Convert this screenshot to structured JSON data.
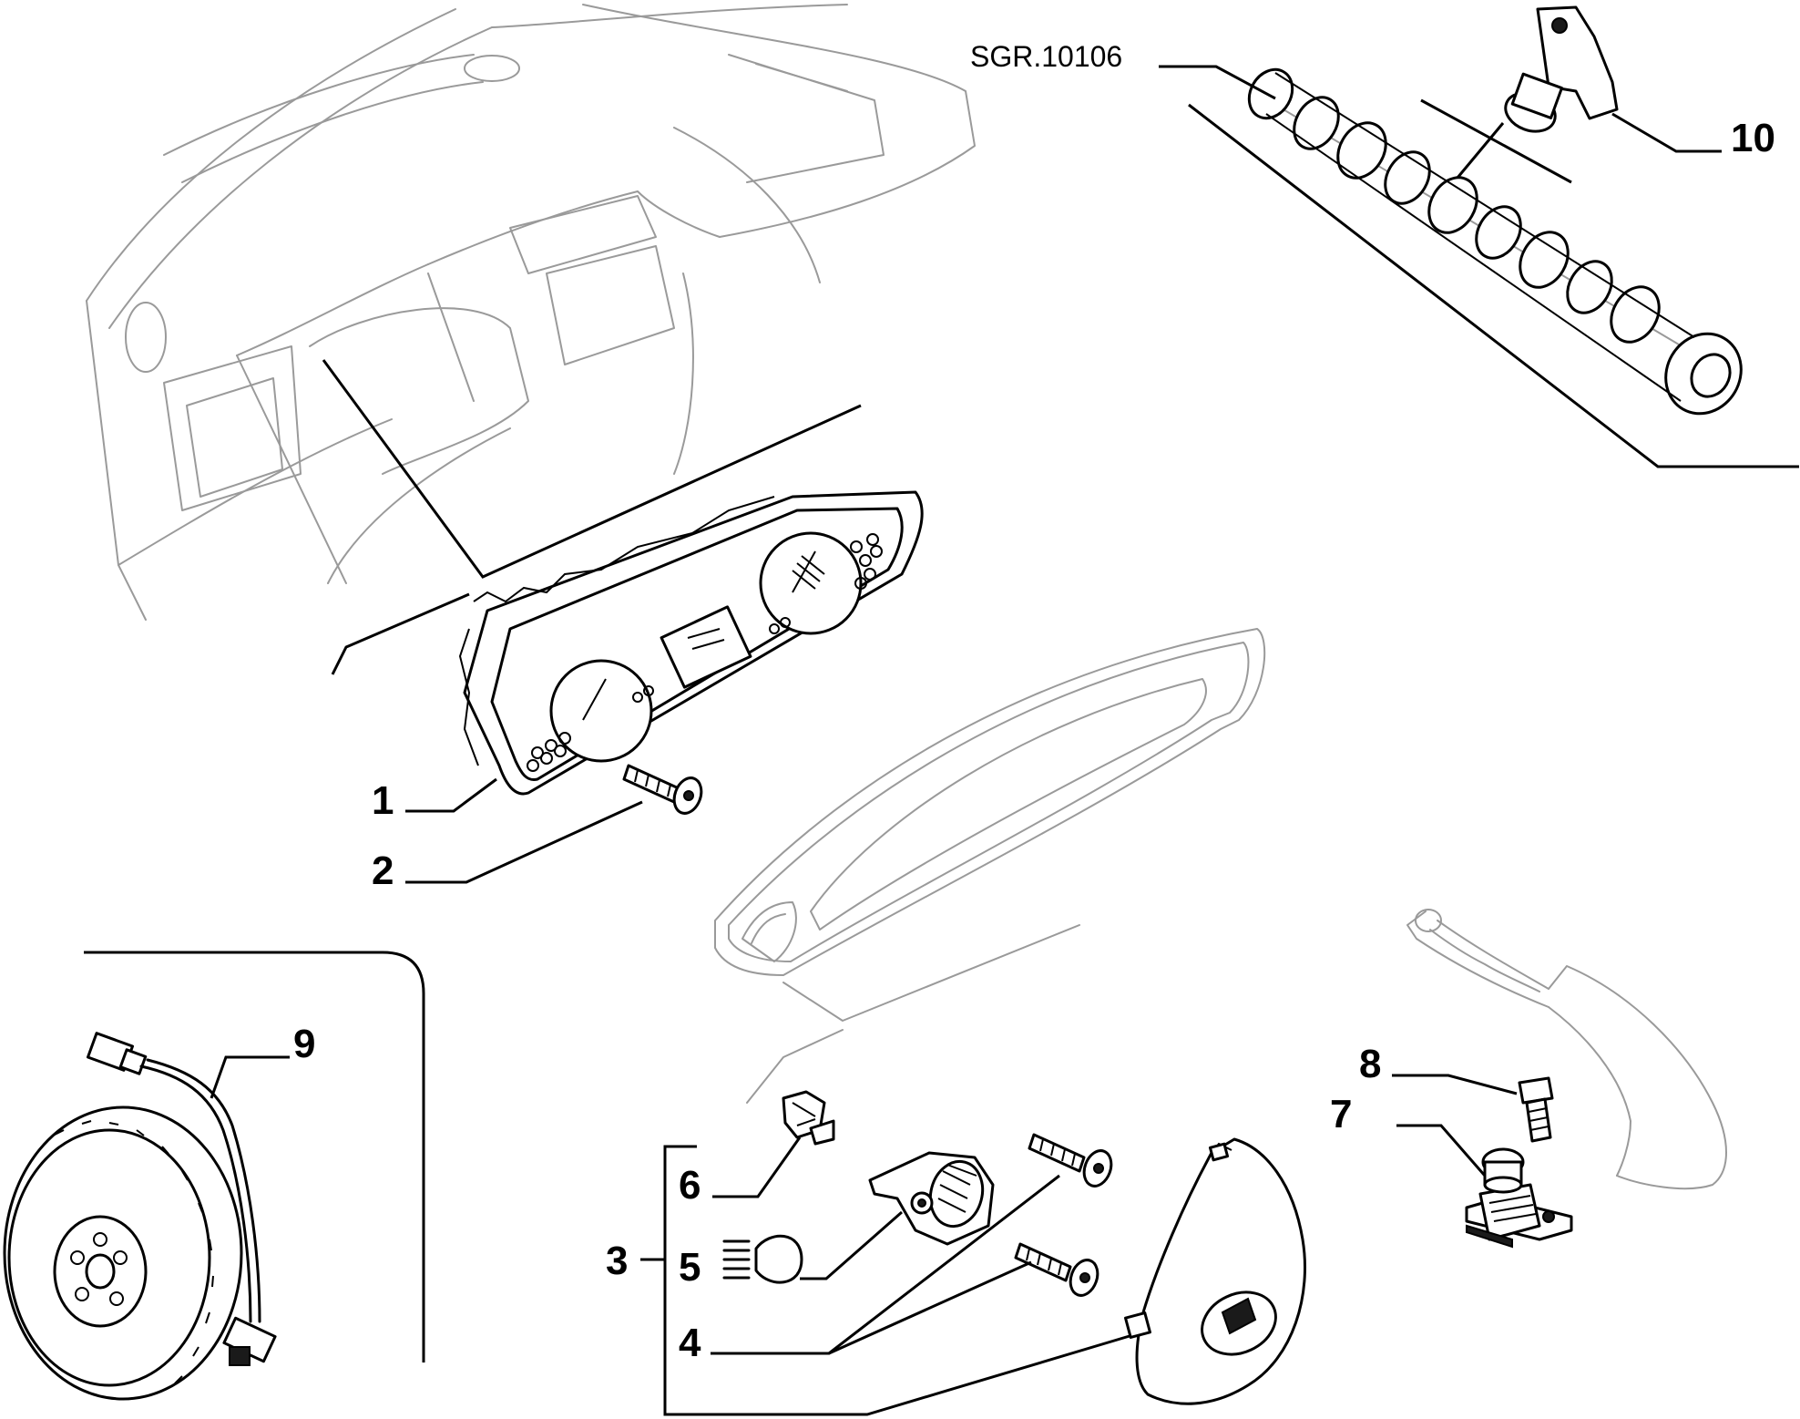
{
  "reference_code": "SGR.10106",
  "callouts": {
    "c1": "1",
    "c2": "2",
    "c3": "3",
    "c4": "4",
    "c5": "5",
    "c6": "6",
    "c7": "7",
    "c8": "8",
    "c9": "9",
    "c10": "10"
  }
}
